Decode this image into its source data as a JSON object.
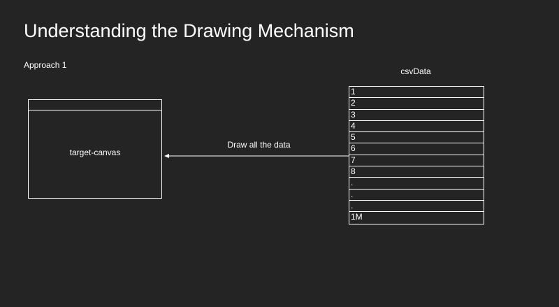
{
  "title": "Understanding the Drawing Mechanism",
  "subtitle": "Approach 1",
  "canvas": {
    "label": "target-canvas"
  },
  "arrow": {
    "label": "Draw all the data"
  },
  "table": {
    "title": "csvData",
    "rows": [
      "1",
      "2",
      "3",
      "4",
      "5",
      "6",
      "7",
      "8",
      ".",
      ".",
      ".",
      "1M"
    ]
  }
}
